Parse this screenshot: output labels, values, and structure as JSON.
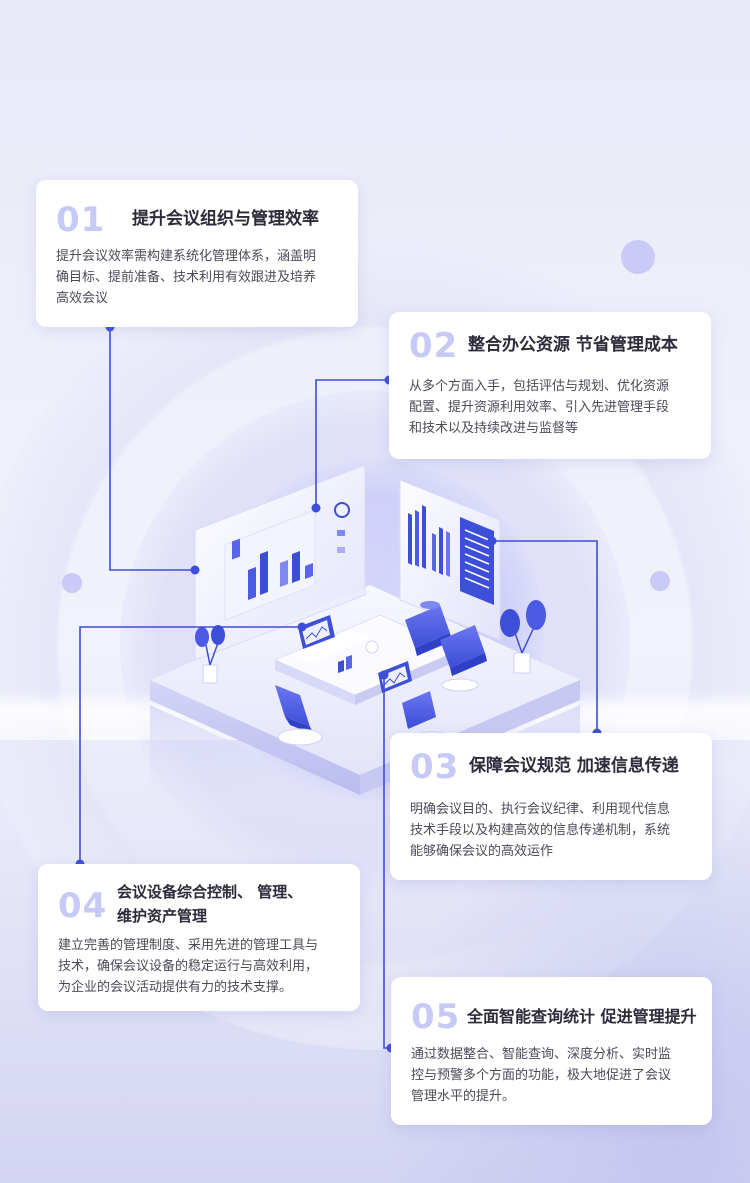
{
  "colors": {
    "accent": "#3d4ed8",
    "number": "#c7caf6",
    "title": "#2b2b3a",
    "text": "#4a4a58",
    "card_bg": "#ffffff"
  },
  "cards": [
    {
      "number": "01",
      "title": "提升会议组织与管理效率",
      "lines": [
        "提升会议效率需构建系统化管理体系，涵盖明",
        "确目标、提前准备、技术利用有效跟进及培养",
        "高效会议"
      ]
    },
    {
      "number": "02",
      "title": "整合办公资源  节省管理成本",
      "lines": [
        "从多个方面入手，包括评估与规划、优化资源",
        "配置、提升资源利用效率、引入先进管理手段",
        "和技术以及持续改进与监督等"
      ]
    },
    {
      "number": "03",
      "title": "保障会议规范  加速信息传递",
      "lines": [
        "明确会议目的、执行会议纪律、利用现代信息",
        "技术手段以及构建高效的信息传递机制，系统",
        "能够确保会议的高效运作"
      ]
    },
    {
      "number": "04",
      "title_lines": [
        "会议设备综合控制、 管理、",
        "维护资产管理"
      ],
      "lines": [
        "建立完善的管理制度、采用先进的管理工具与",
        "技术，确保会议设备的稳定运行与高效利用，",
        "为企业的会议活动提供有力的技术支撑。"
      ]
    },
    {
      "number": "05",
      "title": "全面智能查询统计 促进管理提升",
      "lines": [
        "通过数据整合、智能查询、深度分析、实时监",
        "控与预警多个方面的功能，极大地促进了会议",
        "管理水平的提升。"
      ]
    }
  ]
}
